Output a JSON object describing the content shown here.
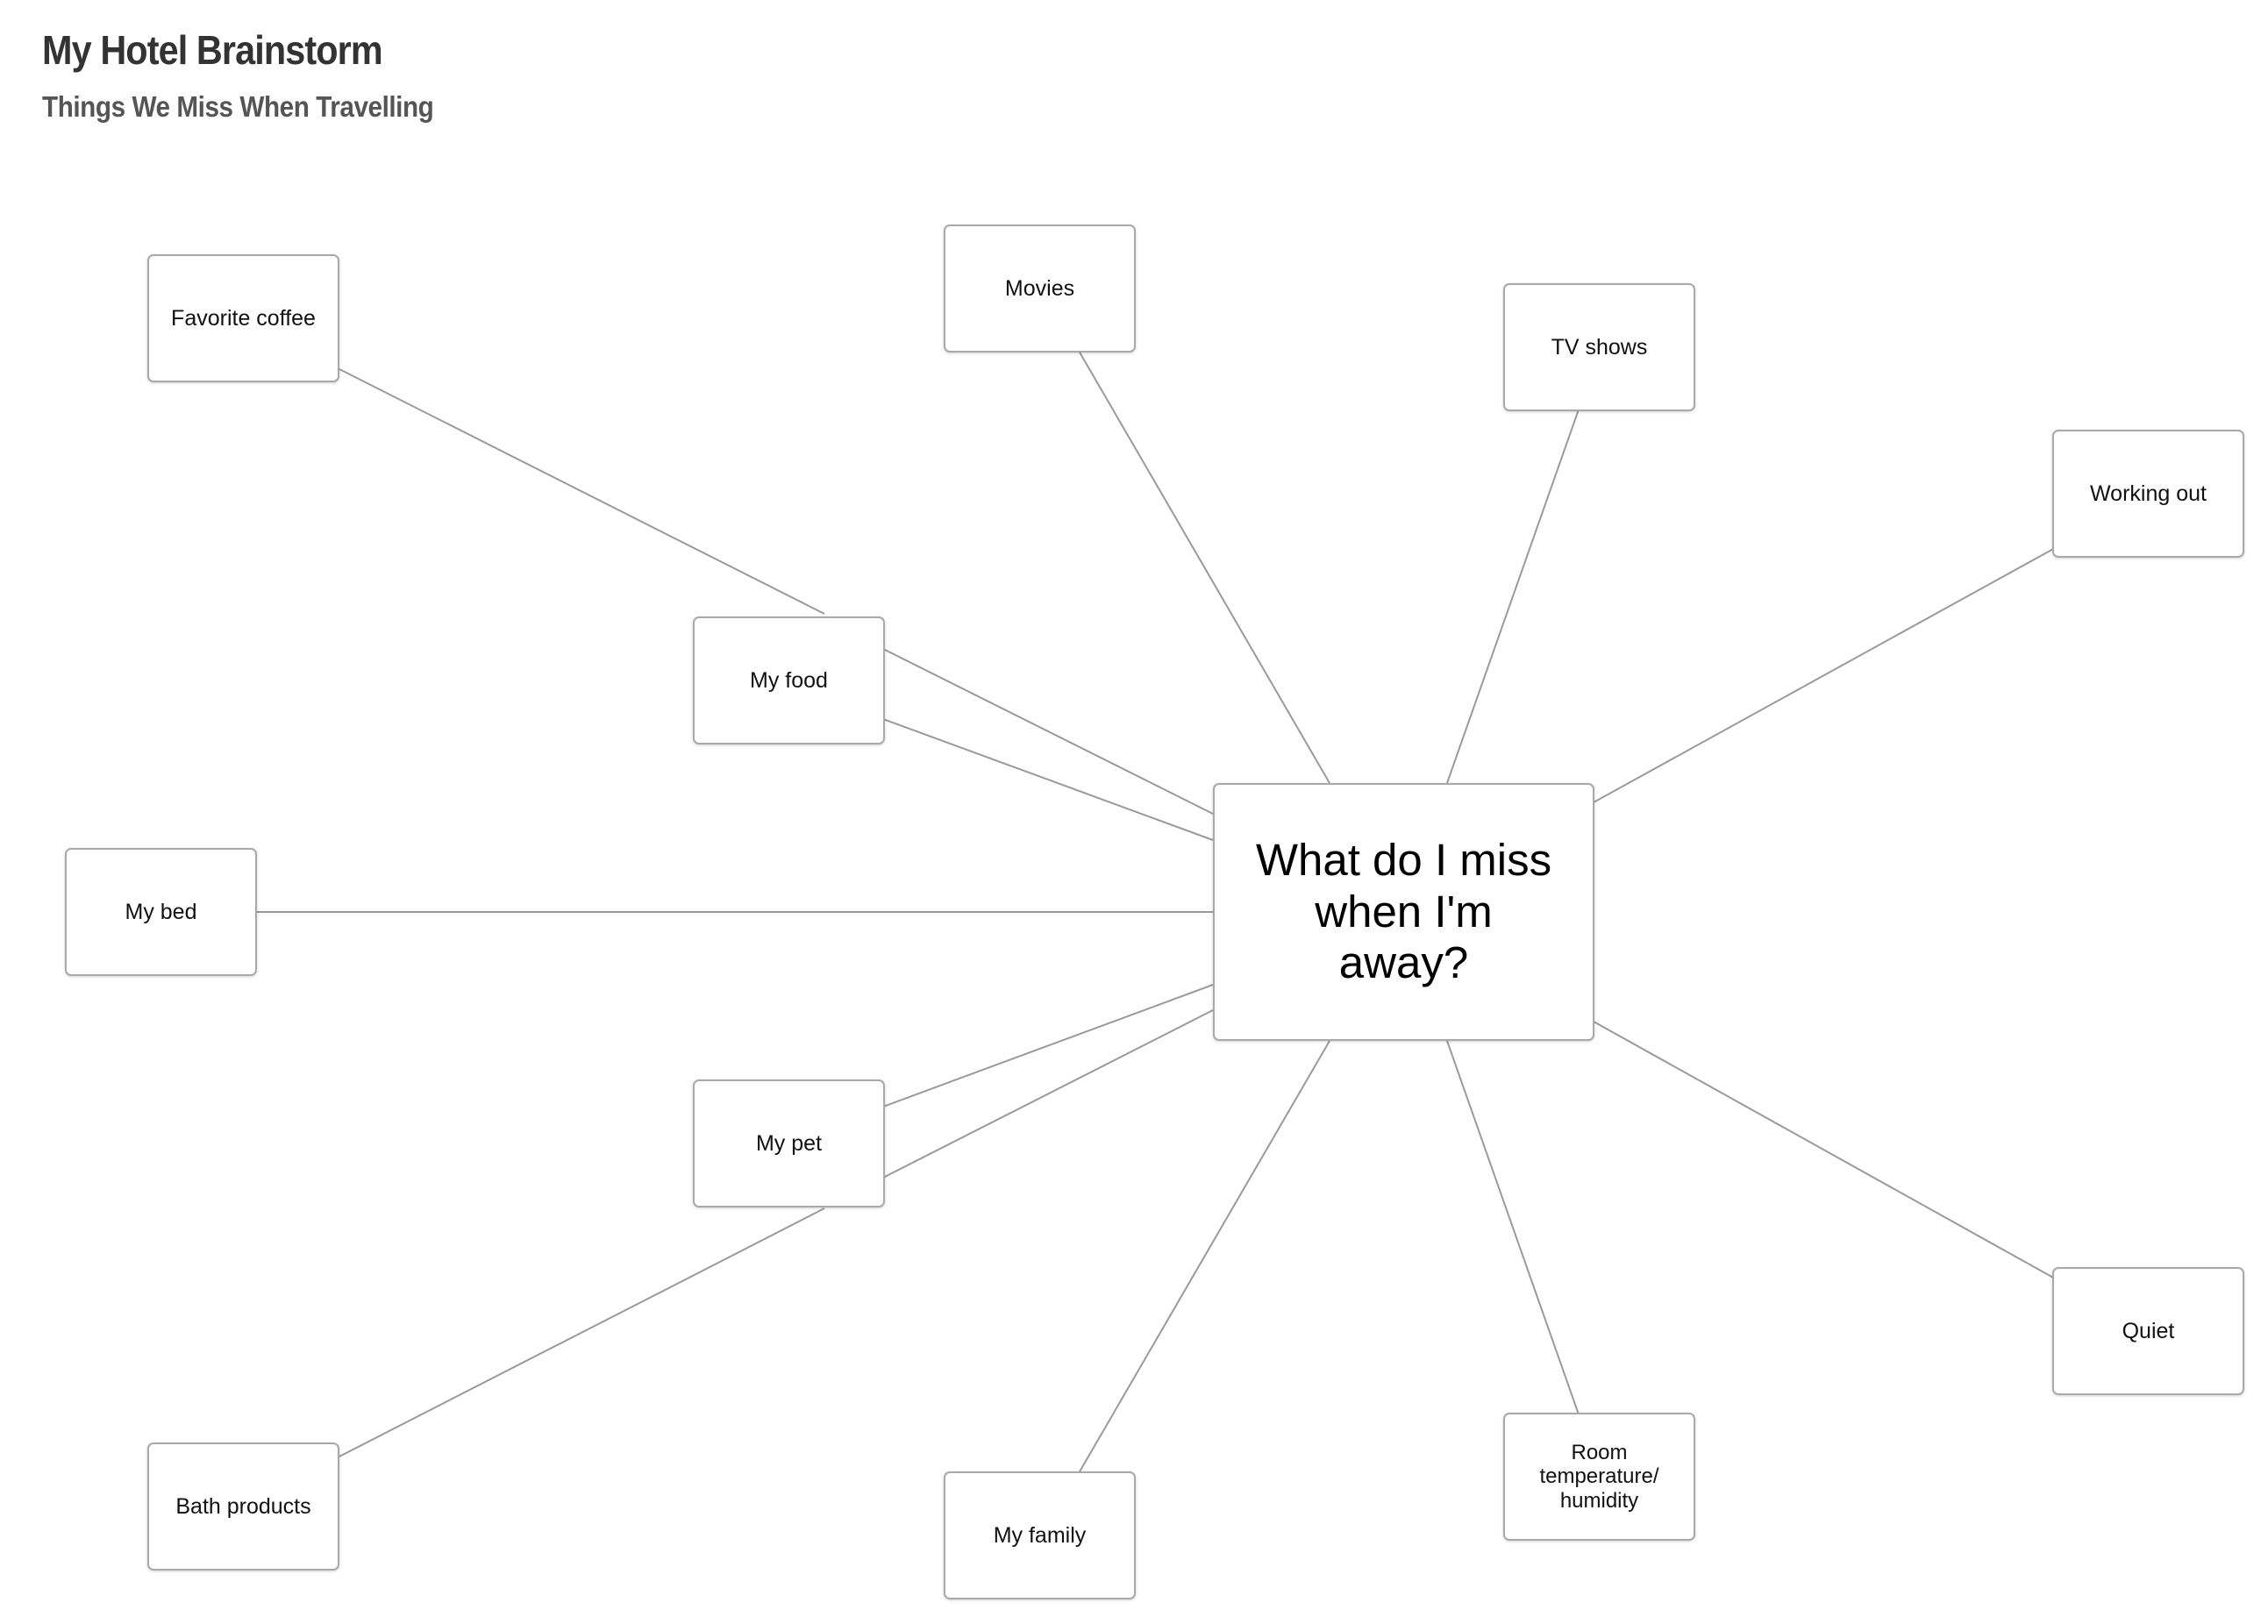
{
  "header": {
    "title": "My Hotel Brainstorm",
    "subtitle": "Things We Miss When Travelling"
  },
  "diagram": {
    "center": "What do I miss when I'm away?",
    "nodes": {
      "favorite_coffee": "Favorite coffee",
      "movies": "Movies",
      "tv_shows": "TV shows",
      "working_out": "Working out",
      "my_food": "My food",
      "my_bed": "My bed",
      "my_pet": "My pet",
      "bath_products": "Bath products",
      "my_family": "My family",
      "room_temperature": "Room temperature/ humidity",
      "quiet": "Quiet"
    },
    "line_color": "#9a9a9a",
    "border_color": "#a9a9a9"
  }
}
